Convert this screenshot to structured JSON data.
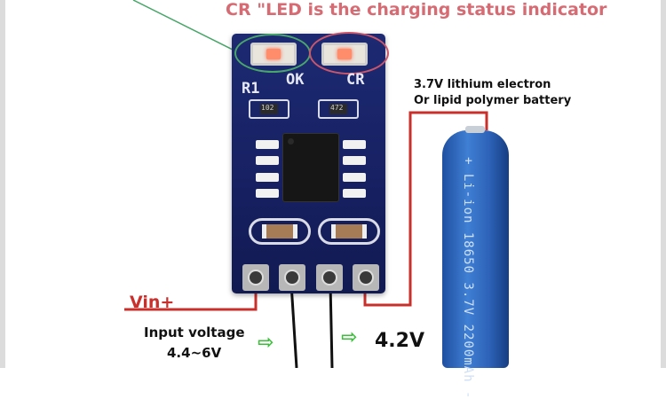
{
  "title": "CR \"LED is the charging status indicator",
  "board": {
    "led_ok_label": "OK",
    "led_cr_label": "CR",
    "resistor_label": "R1",
    "resistor_1_code": "102",
    "resistor_2_code": "472"
  },
  "battery": {
    "label_line1": "3.7V lithium electron",
    "label_line2": "Or lipid polymer battery",
    "print": "+ Li-ion 18650 3.7V 2200mAh -"
  },
  "vin_label": "Vin+",
  "input": {
    "line1": "Input voltage",
    "line2": "4.4~6V"
  },
  "output_voltage": "4.2V",
  "colors": {
    "title": "#d76b73",
    "vin": "#c9302c",
    "wire_red": "#c9302c",
    "arrow": "#3bbf3b",
    "pcb": "#1d2a72",
    "ring_green": "#49a66a",
    "ring_red": "#c9566a"
  },
  "icons": {
    "arrow": "green-outline-arrow-right"
  }
}
